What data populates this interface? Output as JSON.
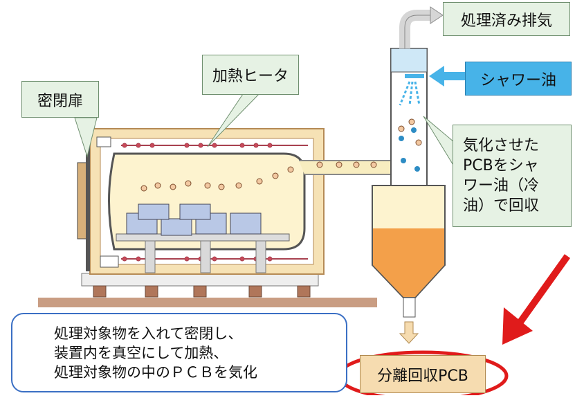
{
  "labels": {
    "door": "密閉扉",
    "heater": "加熱ヒータ",
    "exhaust": "処理済み排気",
    "shower_oil": "シャワー油",
    "recovery_lines": [
      "気化させた",
      "PCBをシャ",
      "ワー油（冷",
      "油）で回収"
    ],
    "result": "分離回収PCB"
  },
  "caption": {
    "lines": [
      "処理対象物を入れて密閉し、",
      "装置内を真空にして加熱、",
      "処理対象物の中のＰＣＢを気化"
    ]
  },
  "colors": {
    "label_fill": "#e6f2e4",
    "shower_fill": "#47b3e8",
    "oil": "#f3a04a",
    "chamber": "#fdf3cf",
    "frame": "#c9a06a",
    "highlight": "#e01b1b",
    "caption_border": "#3a6fc4"
  }
}
